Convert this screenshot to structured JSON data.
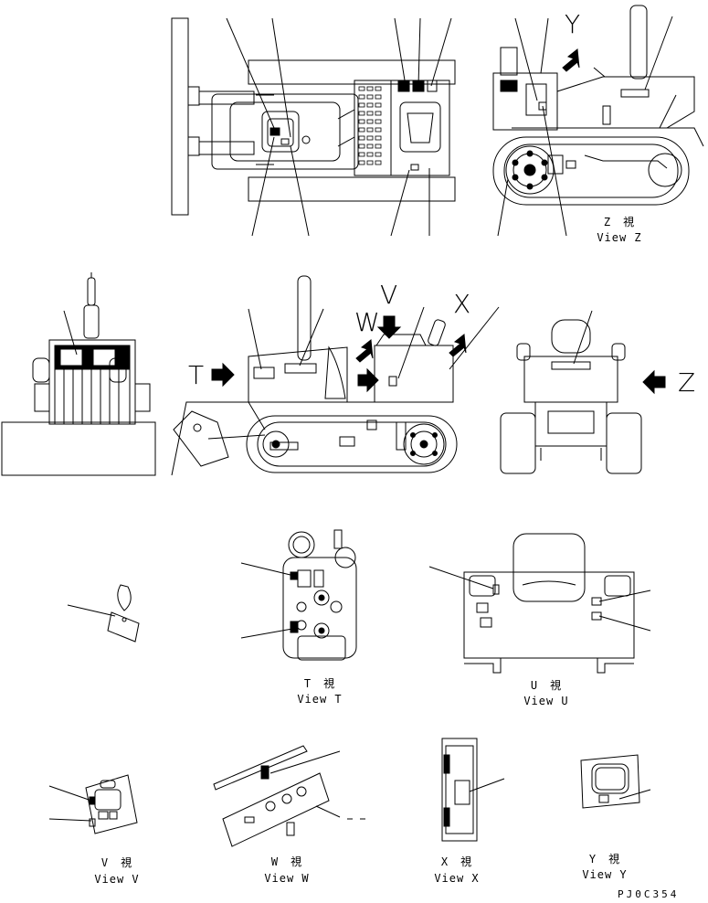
{
  "views": {
    "z": {
      "jp": "Z　視",
      "en": "View Z"
    },
    "t": {
      "jp": "T　視",
      "en": "View T"
    },
    "u": {
      "jp": "U　視",
      "en": "View U"
    },
    "v": {
      "jp": "V　視",
      "en": "View V"
    },
    "w": {
      "jp": "W　視",
      "en": "View W"
    },
    "x": {
      "jp": "X　視",
      "en": "View X"
    },
    "y": {
      "jp": "Y　視",
      "en": "View Y"
    }
  },
  "arrow_letters": {
    "y": "Y",
    "t": "T",
    "v": "V",
    "w": "W",
    "x": "X",
    "z": "Z"
  },
  "drawing_code": "PJ0C354"
}
